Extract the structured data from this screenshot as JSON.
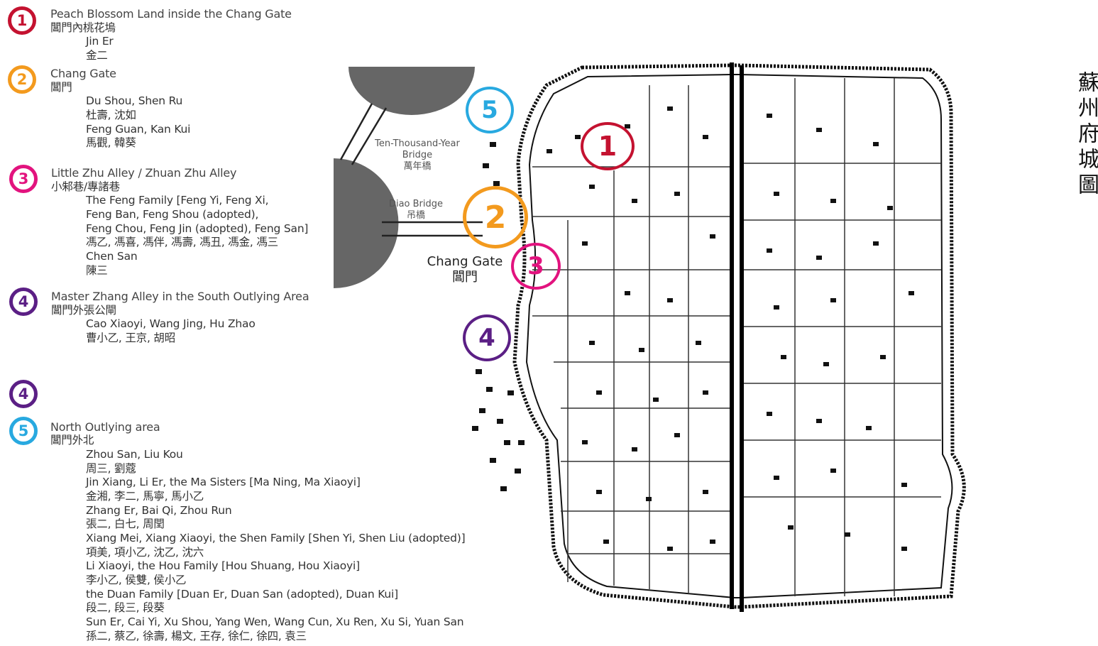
{
  "colors": {
    "c1": "#c41230",
    "c2": "#f39a1e",
    "c3": "#e2137e",
    "c4": "#5b1f85",
    "c5": "#28a9e0"
  },
  "legend": {
    "entries": [
      {
        "num": "1",
        "title": "Peach Blossom Land inside the Chang Gate",
        "title_zh": "閶門內桃花塢",
        "people": [
          "Jin Er",
          "金二"
        ]
      },
      {
        "num": "2",
        "title": "Chang Gate",
        "title_zh": "閶門",
        "people": [
          "Du Shou, Shen Ru",
          "杜壽, 沈如",
          "Feng Guan, Kan Kui",
          "馬觀, 韓葵"
        ]
      },
      {
        "num": "3",
        "title": "Little Zhu Alley / Zhuan Zhu Alley",
        "title_zh": "小邾巷/專諸巷",
        "people": [
          "The Feng Family [Feng Yi, Feng Xi,",
          "Feng Ban, Feng Shou (adopted),",
          "Feng Chou, Feng Jin (adopted), Feng San]",
          "馮乙, 馮喜, 馮伴, 馮壽, 馮丑, 馮金, 馮三",
          "Chen San",
          "陳三"
        ]
      },
      {
        "num": "4",
        "title": "Master Zhang Alley in the South Outlying Area",
        "title_zh": "閶門外張公閘",
        "people": [
          "Cao Xiaoyi, Wang Jing, Hu Zhao",
          "曹小乙, 王京, 胡昭"
        ]
      },
      {
        "num": "4"
      },
      {
        "num": "5",
        "title": "North Outlying area",
        "title_zh": "閶門外北",
        "people": [
          "Zhou San, Liu Kou",
          "周三, 劉蔻",
          "Jin Xiang, Li Er, the Ma Sisters [Ma Ning, Ma Xiaoyi]",
          "金湘, 李二, 馬寧, 馬小乙",
          "Zhang Er, Bai Qi, Zhou Run",
          "張二, 白七, 周閏",
          "Xiang Mei, Xiang Xiaoyi, the Shen Family [Shen Yi, Shen Liu (adopted)]",
          "項美, 項小乙, 沈乙, 沈六",
          "Li Xiaoyi, the Hou Family [Hou Shuang, Hou Xiaoyi]",
          "李小乙, 侯雙, 侯小乙",
          "the Duan Family [Duan Er, Duan San (adopted), Duan Kui]",
          "段二, 段三, 段葵",
          "Sun Er, Cai Yi, Xu Shou, Yang Wen, Wang Cun, Xu Ren, Xu Si, Yuan San",
          "孫二, 蔡乙, 徐壽, 楊文, 王存, 徐仁, 徐四, 袁三"
        ]
      }
    ]
  },
  "diagram": {
    "bridge1": {
      "en": "Ten-Thousand-Year",
      "en2": "Bridge",
      "zh": "萬年橋"
    },
    "bridge2": {
      "en": "Diao Bridge",
      "zh": "吊橋"
    },
    "gate": {
      "en": "Chang Gate",
      "zh": "閶門"
    }
  },
  "map": {
    "title_zh": "蘇州府城圖",
    "markers": [
      "1",
      "2",
      "3",
      "4",
      "5"
    ]
  }
}
